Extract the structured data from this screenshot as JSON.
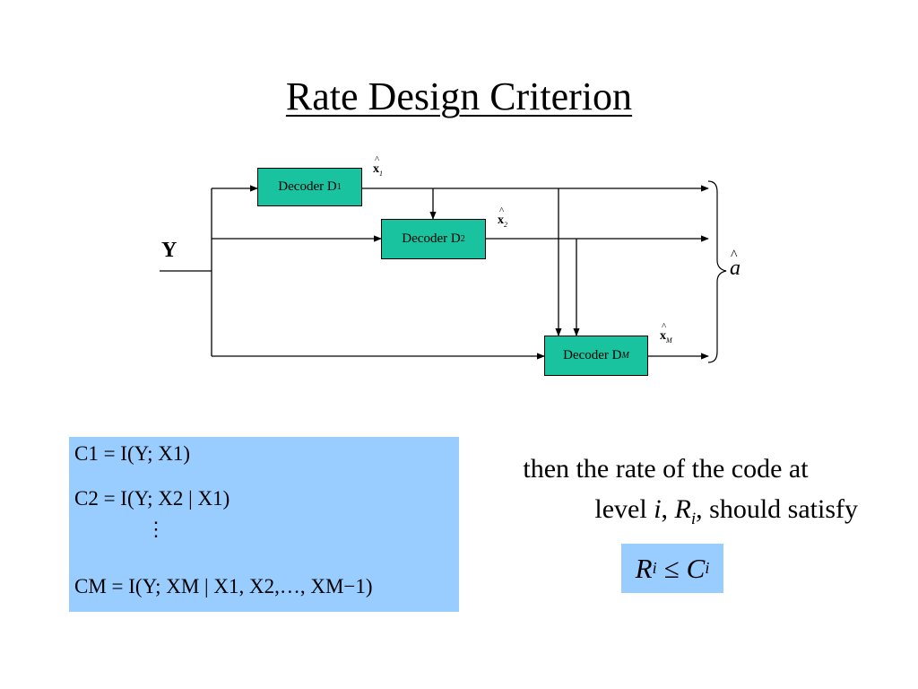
{
  "title": "Rate Design Criterion",
  "diagram": {
    "input_label": "Y",
    "decoders": [
      {
        "prefix": "Decoder D",
        "sub": "1"
      },
      {
        "prefix": "Decoder D",
        "sub": "2"
      },
      {
        "prefix": "Decoder D",
        "sub": "M"
      }
    ],
    "outputs": [
      {
        "symbol": "x",
        "sub": "1"
      },
      {
        "symbol": "x",
        "sub": "2"
      },
      {
        "symbol": "x",
        "sub": "M"
      }
    ],
    "combined_output": "a"
  },
  "equations": {
    "c1": "C1 = I(Y; X1)",
    "c2": "C2 = I(Y; X2 | X1)",
    "dots": "⋮",
    "cm": "CM = I(Y; XM | X1, X2,…, XM−1)"
  },
  "statement": {
    "line1": "then the rate of the code at",
    "level_word": "level",
    "index": "i",
    "rate_symbol": "R",
    "rate_sub": "i",
    "line2_tail": "should satisfy"
  },
  "inequality": {
    "lhs": "R",
    "lhs_sub": "i",
    "op": "≤",
    "rhs": "C",
    "rhs_sub": "i"
  }
}
